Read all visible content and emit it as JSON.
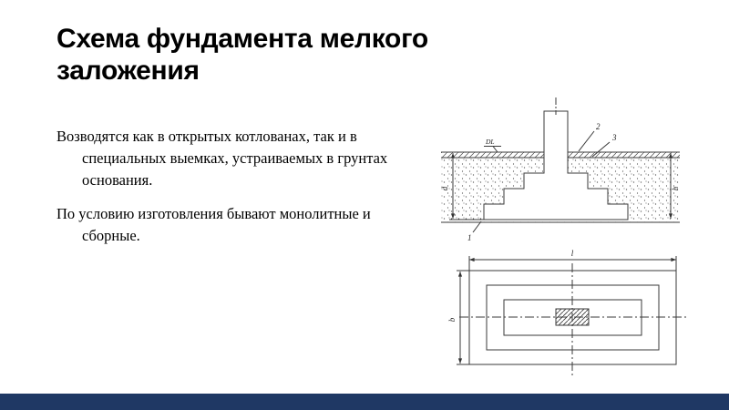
{
  "slide": {
    "title": "Схема фундамента мелкого заложения",
    "paragraphs": [
      "Возводятся как в открытых котлованах, так и в специальных выемках, устраиваемых в грунтах основания.",
      "По условию изготовления бывают монолитные и сборные."
    ],
    "colors": {
      "footer_bar": "#1f3864",
      "text": "#000000",
      "drawing_line": "#3a3a3a"
    }
  },
  "diagram": {
    "section_view": {
      "labels": {
        "datum_mark": "DL",
        "depth_dim": "d",
        "height_dim": "h",
        "callout_1": "1",
        "callout_2": "2",
        "callout_3": "3"
      }
    },
    "plan_view": {
      "labels": {
        "length_dim": "l",
        "width_dim": "b"
      }
    }
  }
}
